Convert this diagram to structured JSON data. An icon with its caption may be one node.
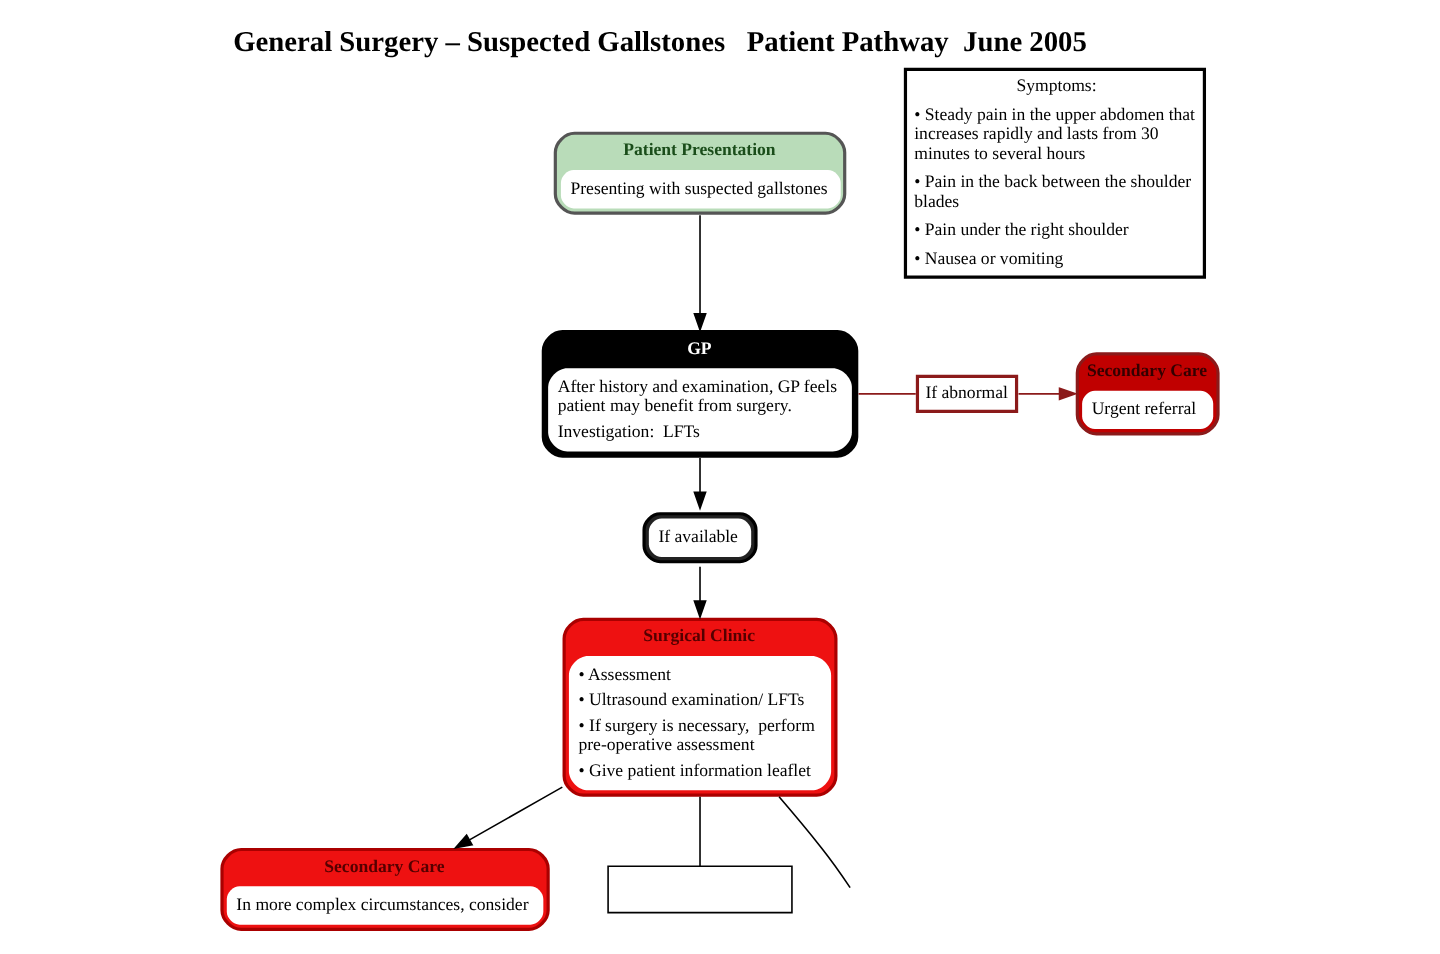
{
  "diagram": {
    "title": "General Surgery – Suspected Gallstones   Patient Pathway  June 2005",
    "nodes": [
      {
        "text": [
          "Patient Presentation",
          "Presenting with suspected gallstones"
        ]
      },
      {
        "text": [
          "Symptoms:",
          "• Steady pain in the upper abdomen that increases rapidly and lasts from 30 minutes to several hours",
          "• Pain in the back between the shoulder blades",
          "• Pain under the right shoulder",
          "• Nausea or vomiting"
        ]
      },
      {
        "text": [
          "GP",
          "After history and examination, GP feels patient may benefit from surgery.",
          "Investigation:  LFTs"
        ]
      },
      {
        "text": [
          "If abnormal"
        ]
      },
      {
        "text": [
          "Secondary Care",
          "Urgent referral"
        ]
      },
      {
        "text": [
          "If available"
        ]
      },
      {
        "text": [
          "Surgical Clinic",
          "• Assessment",
          "• Ultrasound examination/ LFTs",
          "• If surgery is necessary,  perform pre-operative assessment",
          "• Give patient information leaflet"
        ]
      },
      {
        "text": [
          "Secondary Care",
          "In more complex circumstances, consider"
        ]
      },
      {
        "text": [],
        "shape": "box"
      }
    ],
    "edges": [
      {
        "from": 0,
        "to": 2,
        "arrow": "to"
      },
      {
        "from": 2,
        "to": 3,
        "arrow": "none",
        "color": "#8b1a1a"
      },
      {
        "from": 3,
        "to": 4,
        "arrow": "to",
        "color": "#8b1a1a"
      },
      {
        "from": 2,
        "to": 5,
        "arrow": "to"
      },
      {
        "from": 5,
        "to": 6,
        "arrow": "to"
      },
      {
        "from": 6,
        "to": 7,
        "arrow": "to"
      },
      {
        "from": 6,
        "to": null,
        "arrow": "none"
      },
      {
        "from": 6,
        "to": 8,
        "arrow": "none"
      }
    ]
  }
}
